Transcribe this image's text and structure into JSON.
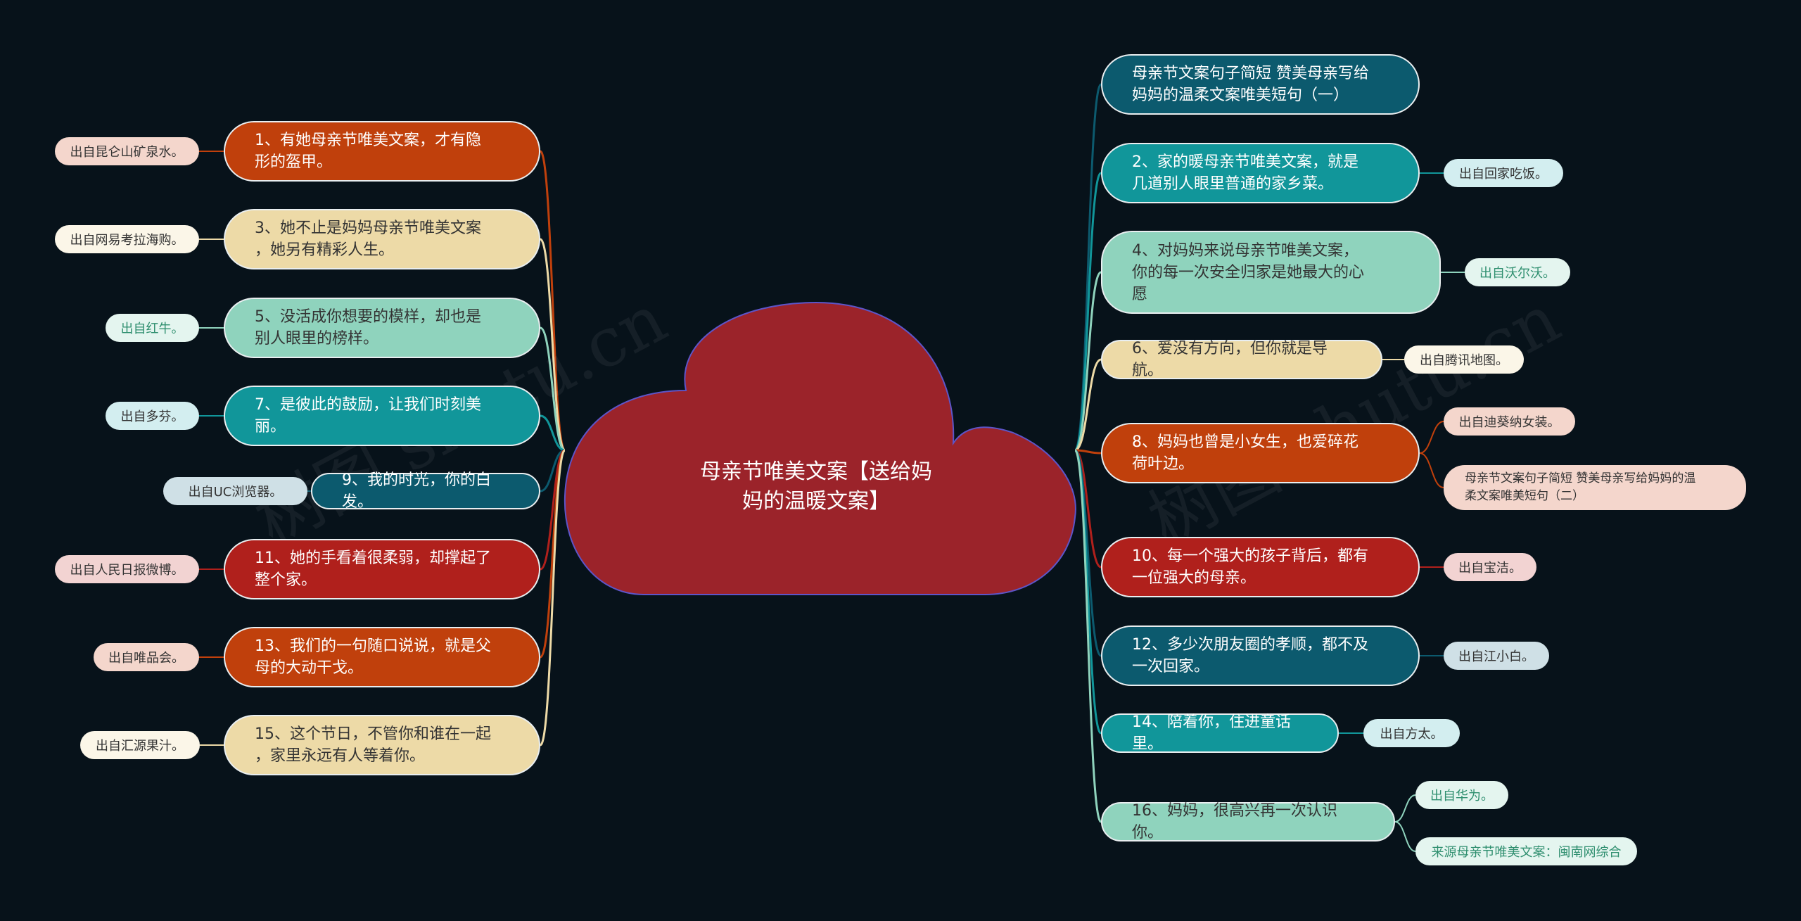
{
  "root": {
    "text": "母亲节唯美文案【送给妈\n妈的温暖文案】",
    "color": "#9b232a",
    "border": "#5d55c8"
  },
  "watermark": [
    "树图 shutu.cn",
    "树图 shutu.cn"
  ],
  "left_nodes": [
    {
      "text": "1、有她母亲节唯美文案，才有隐\n形的盔甲。",
      "leaf": "出自昆仑山矿泉水。",
      "color": "#c0400c",
      "text_color": "#ffffff",
      "leaf_bg": "#f4d6cc",
      "leaf_color": "#333333",
      "line": "#c0400c"
    },
    {
      "text": "3、她不止是妈妈母亲节唯美文案\n，她另有精彩人生。",
      "leaf": "出自网易考拉海购。",
      "color": "#eddaa7",
      "text_color": "#333333",
      "leaf_bg": "#fbf6e8",
      "leaf_color": "#333333",
      "line": "#eddaa7"
    },
    {
      "text": "5、没活成你想要的模样，却也是\n别人眼里的榜样。",
      "leaf": "出自红牛。",
      "color": "#8fd3bd",
      "text_color": "#333333",
      "leaf_bg": "#e4f5ef",
      "leaf_color": "#2f8f6f",
      "line": "#8fd3bd"
    },
    {
      "text": "7、是彼此的鼓励，让我们时刻美\n丽。",
      "leaf": "出自多芬。",
      "color": "#11969a",
      "text_color": "#ffffff",
      "leaf_bg": "#d3eef0",
      "leaf_color": "#333333",
      "line": "#11969a"
    },
    {
      "text": "9、我的时光，你的白发。",
      "leaf": "出自UC浏览器。",
      "color": "#0c5a6e",
      "text_color": "#ffffff",
      "leaf_bg": "#cfe0e6",
      "leaf_color": "#333333",
      "line": "#0c5a6e"
    },
    {
      "text": "11、她的手看着很柔弱，却撑起了\n整个家。",
      "leaf": "出自人民日报微博。",
      "color": "#b0201c",
      "text_color": "#ffffff",
      "leaf_bg": "#f2d3d2",
      "leaf_color": "#333333",
      "line": "#b0201c"
    },
    {
      "text": "13、我们的一句随口说说，就是父\n母的大动干戈。",
      "leaf": "出自唯品会。",
      "color": "#c0400c",
      "text_color": "#ffffff",
      "leaf_bg": "#f4d6cc",
      "leaf_color": "#333333",
      "line": "#c0400c"
    },
    {
      "text": "15、这个节日，不管你和谁在一起\n，家里永远有人等着你。",
      "leaf": "出自汇源果汁。",
      "color": "#eddaa7",
      "text_color": "#333333",
      "leaf_bg": "#fbf6e8",
      "leaf_color": "#333333",
      "line": "#eddaa7"
    }
  ],
  "right_nodes": [
    {
      "text": "母亲节文案句子简短 赞美母亲写给\n妈妈的温柔文案唯美短句（一）",
      "leaves": [],
      "color": "#0c5a6e",
      "text_color": "#ffffff",
      "leaf_bg": "#cfe0e6",
      "leaf_color": "#333333",
      "line": "#0c5a6e"
    },
    {
      "text": "2、家的暖母亲节唯美文案，就是\n几道别人眼里普通的家乡菜。",
      "leaves": [
        "出自回家吃饭。"
      ],
      "color": "#11969a",
      "text_color": "#ffffff",
      "leaf_bg": "#d3eef0",
      "leaf_color": "#333333",
      "line": "#11969a"
    },
    {
      "text": "4、对妈妈来说母亲节唯美文案，\n你的每一次安全归家是她最大的心\n愿",
      "leaves": [
        "出自沃尔沃。"
      ],
      "color": "#8fd3bd",
      "text_color": "#333333",
      "leaf_bg": "#e4f5ef",
      "leaf_color": "#2f8f6f",
      "line": "#8fd3bd"
    },
    {
      "text": "6、爱没有方向，但你就是导航。",
      "leaves": [
        "出自腾讯地图。"
      ],
      "color": "#eddaa7",
      "text_color": "#333333",
      "leaf_bg": "#fbf6e8",
      "leaf_color": "#333333",
      "line": "#eddaa7"
    },
    {
      "text": "8、妈妈也曾是小女生，也爱碎花\n荷叶边。",
      "leaves": [
        "出自迪葵纳女装。",
        "母亲节文案句子简短 赞美母亲写给妈妈的温\n柔文案唯美短句（二）"
      ],
      "color": "#c0400c",
      "text_color": "#ffffff",
      "leaf_bg": "#f4d6cc",
      "leaf_color": "#333333",
      "line": "#c0400c"
    },
    {
      "text": "10、每一个强大的孩子背后，都有\n一位强大的母亲。",
      "leaves": [
        "出自宝洁。"
      ],
      "color": "#b0201c",
      "text_color": "#ffffff",
      "leaf_bg": "#f2d3d2",
      "leaf_color": "#333333",
      "line": "#b0201c"
    },
    {
      "text": "12、多少次朋友圈的孝顺，都不及\n一次回家。",
      "leaves": [
        "出自江小白。"
      ],
      "color": "#0c5a6e",
      "text_color": "#ffffff",
      "leaf_bg": "#cfe0e6",
      "leaf_color": "#333333",
      "line": "#0c5a6e"
    },
    {
      "text": "14、陪着你，住进童话里。",
      "leaves": [
        "出自方太。"
      ],
      "color": "#11969a",
      "text_color": "#ffffff",
      "leaf_bg": "#d3eef0",
      "leaf_color": "#333333",
      "line": "#11969a"
    },
    {
      "text": "16、妈妈，很高兴再一次认识你。",
      "leaves": [
        "出自华为。",
        "来源母亲节唯美文案：闽南网综合"
      ],
      "color": "#8fd3bd",
      "text_color": "#333333",
      "leaf_bg": "#e4f5ef",
      "leaf_color": "#2f8f6f",
      "line": "#8fd3bd"
    }
  ]
}
